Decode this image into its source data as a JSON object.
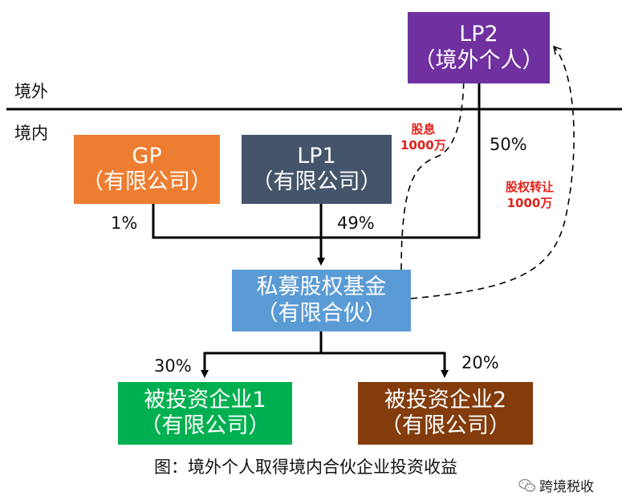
{
  "zones": {
    "overseas": "境外",
    "domestic": "境内"
  },
  "entities": {
    "lp2": {
      "name": "LP2",
      "type": "（境外个人）",
      "color": "#7030a0"
    },
    "gp": {
      "name": "GP",
      "type": "（有限公司）",
      "color": "#ed7d31"
    },
    "lp1": {
      "name": "LP1",
      "type": "（有限公司）",
      "color": "#44546a"
    },
    "fund": {
      "name": "私募股权基金",
      "type": "（有限合伙）",
      "color": "#5b9bd5"
    },
    "investee1": {
      "name": "被投资企业1",
      "type": "（有限公司）",
      "color": "#00b050"
    },
    "investee2": {
      "name": "被投资企业2",
      "type": "（有限公司）",
      "color": "#843c0c"
    }
  },
  "shares": {
    "gp": "1%",
    "lp1": "49%",
    "lp2": "50%",
    "investee1": "30%",
    "investee2": "20%"
  },
  "flows": {
    "dividend": {
      "label": "股息",
      "amount": "1000万",
      "color": "#e2221a"
    },
    "equity_transfer": {
      "label": "股权转让",
      "amount": "1000万",
      "color": "#e2221a"
    }
  },
  "caption": "图：境外个人取得境内合伙企业投资收益",
  "watermark": "跨境税收"
}
